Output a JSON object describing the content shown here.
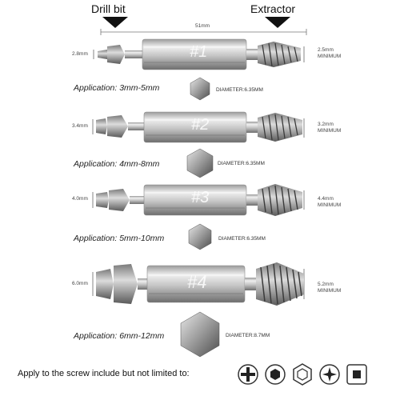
{
  "header": {
    "drill_label": "Drill bit",
    "extractor_label": "Extractor",
    "length": "51mm"
  },
  "bits": [
    {
      "number": "#1",
      "tip": "2.8mm",
      "extractor": "2.5mm",
      "minimum": "MINIMUM",
      "application": "Application: 3mm-5mm",
      "diameter": "DIAMETER:6.35MM"
    },
    {
      "number": "#2",
      "tip": "3.4mm",
      "extractor": "3.2mm",
      "minimum": "MINIMUM",
      "application": "Application: 4mm-8mm",
      "diameter": "DIAMETER:6.35MM"
    },
    {
      "number": "#3",
      "tip": "4.0mm",
      "extractor": "4.4mm",
      "minimum": "MINIMUM",
      "application": "Application: 5mm-10mm",
      "diameter": "DIAMETER:6.35MM"
    },
    {
      "number": "#4",
      "tip": "6.0mm",
      "extractor": "5.2mm",
      "minimum": "MINIMUM",
      "application": "Application: 6mm-12mm",
      "diameter": "DIAMETER:8.7MM"
    }
  ],
  "footer": {
    "text": "Apply to the screw include but not limited to:",
    "screw_icons": [
      "phillips-icon",
      "hex-socket-icon",
      "hexagon-head-icon",
      "torx-icon",
      "square-drive-icon"
    ]
  }
}
